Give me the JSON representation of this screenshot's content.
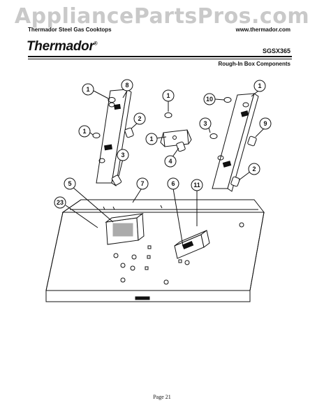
{
  "watermark": "AppliancePartsPros.com",
  "header": {
    "left": "Thermador Steel Gas Cooktops",
    "right": "www.thermador.com",
    "brand": "Thermador",
    "model": "SGSX365",
    "subtitle": "Rough-In Box Components"
  },
  "callouts": [
    "1",
    "8",
    "1",
    "10",
    "1",
    "2",
    "1",
    "3",
    "9",
    "1",
    "4",
    "3",
    "2",
    "5",
    "7",
    "6",
    "11",
    "23"
  ],
  "footer": {
    "page": "Page 21"
  }
}
